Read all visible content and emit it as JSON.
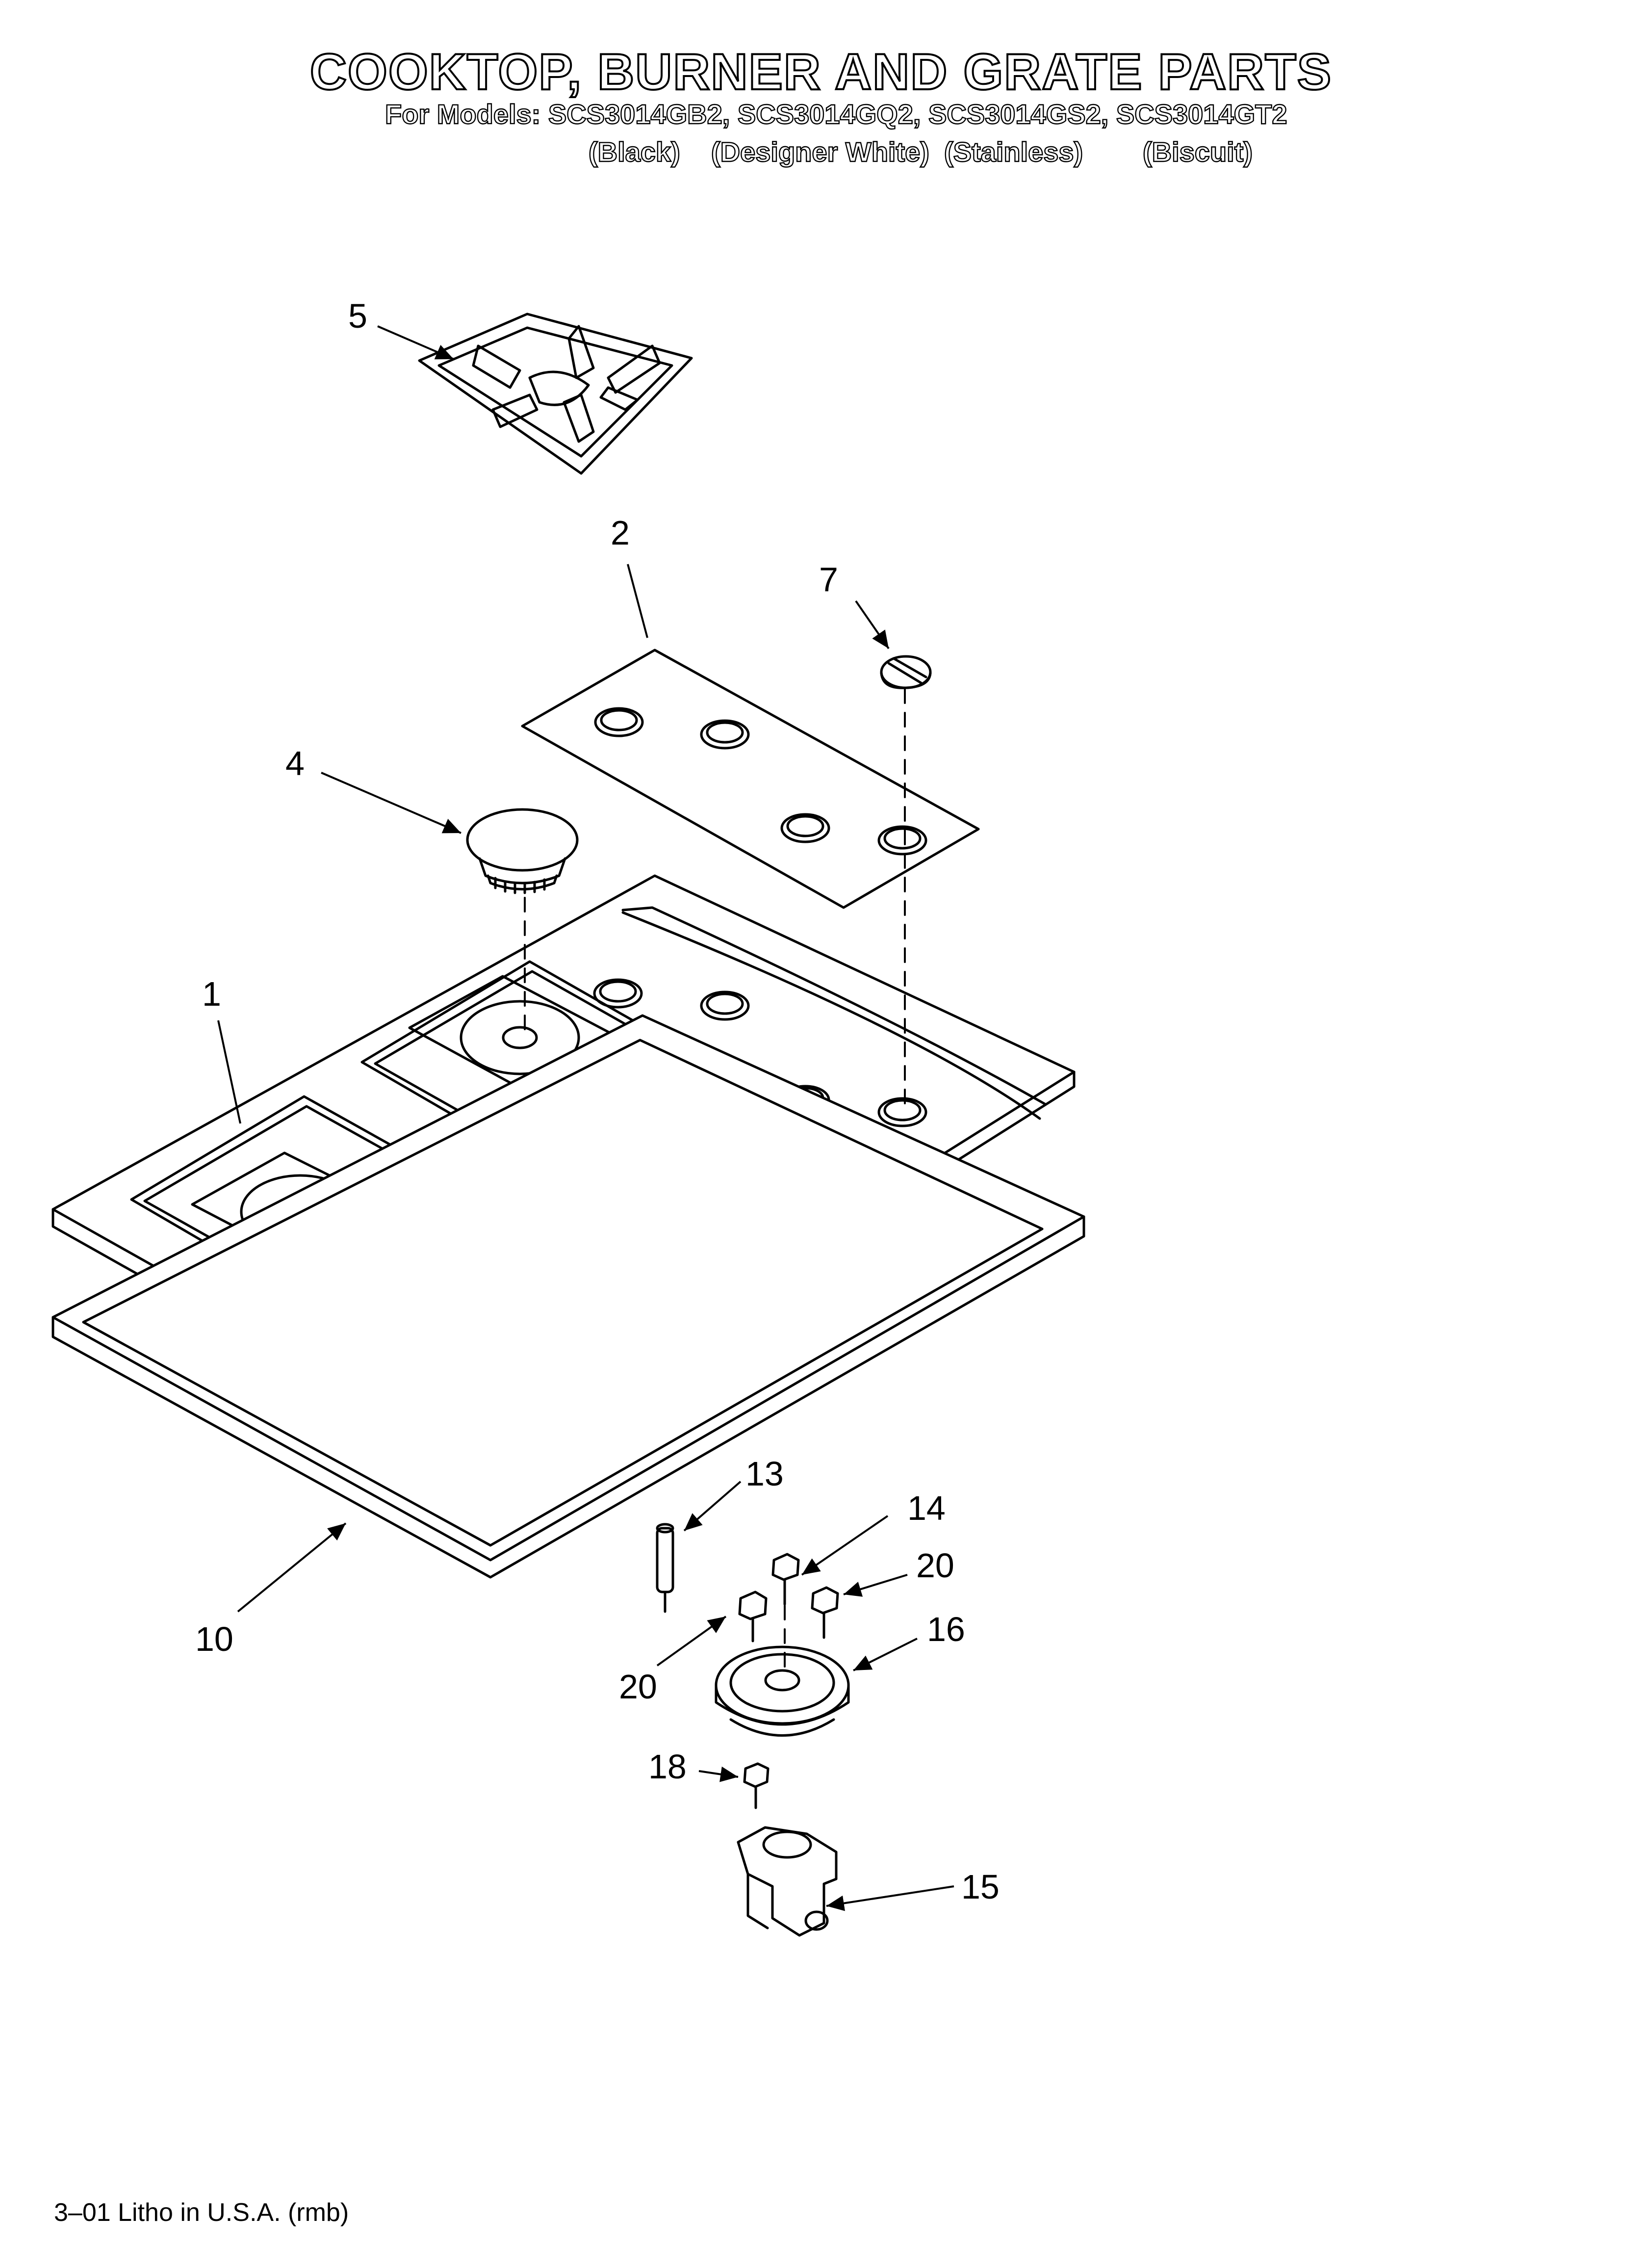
{
  "header": {
    "title": "COOKTOP, BURNER AND GRATE PARTS",
    "models_line": "For Models: SCS3014GB2, SCS3014GQ2, SCS3014GS2, SCS3014GT2",
    "variants": [
      "(Black)",
      "(Designer White)",
      "(Stainless)",
      "(Biscuit)"
    ]
  },
  "callouts": {
    "c1": "1",
    "c2": "2",
    "c4": "4",
    "c5": "5",
    "c7": "7",
    "c10": "10",
    "c13": "13",
    "c14": "14",
    "c15": "15",
    "c16": "16",
    "c18": "18",
    "c20a": "20",
    "c20b": "20"
  },
  "footer": {
    "text": "3–01 Litho in U.S.A. (rmb)"
  }
}
